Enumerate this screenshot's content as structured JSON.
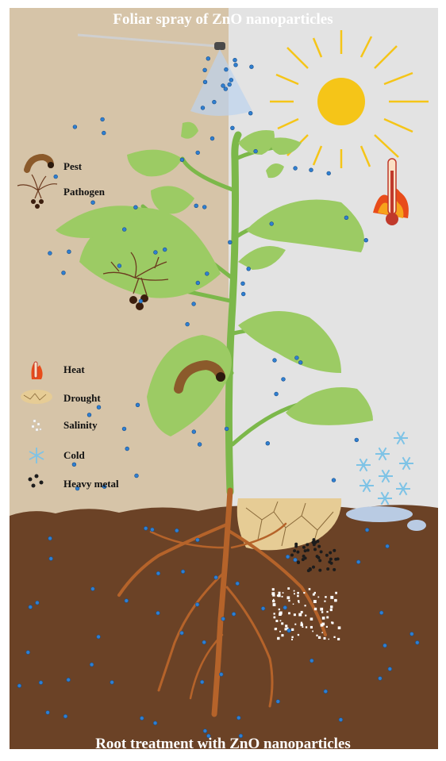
{
  "titles": {
    "top": "Foliar spray of ZnO nanoparticles",
    "bottom": "Root treatment with ZnO nanoparticles"
  },
  "legend_biotic": [
    {
      "label": "Pest",
      "icon": "larva-icon"
    },
    {
      "label": "Pathogen",
      "icon": "pathogen-icon"
    }
  ],
  "legend_abiotic": [
    {
      "label": "Heat",
      "icon": "flame-thermometer-icon"
    },
    {
      "label": "Drought",
      "icon": "cracked-soil-icon"
    },
    {
      "label": "Salinity",
      "icon": "salt-crystals-icon"
    },
    {
      "label": "Cold",
      "icon": "snowflake-icon"
    },
    {
      "label": "Heavy metal",
      "icon": "metal-particles-icon"
    }
  ],
  "colors": {
    "left_background": "#d6c4a8",
    "right_background": "#e3e3e3",
    "soil": "#6b4226",
    "leaf": "#9ccb64",
    "stem": "#7cb84a",
    "root": "#b5632a",
    "nanoparticle": "#2f7fd1",
    "sun": "#f5c518",
    "drought_soil": "#e6cc95",
    "snowflake": "#7ec3e6"
  }
}
